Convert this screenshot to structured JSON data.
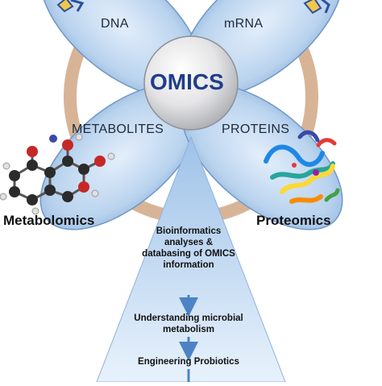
{
  "diagram": {
    "center_label": "OMICS",
    "petals": [
      {
        "id": "dna",
        "label": "DNA"
      },
      {
        "id": "mrna",
        "label": "mRNA"
      },
      {
        "id": "metabolites",
        "label": "METABOLITES"
      },
      {
        "id": "proteins",
        "label": "PROTEINS"
      }
    ],
    "side_labels": {
      "left": "Metabolomics",
      "right": "Proteomics"
    },
    "pyramid_steps": [
      "Bioinformatics analyses & databasing of OMICS information",
      "Understanding microbial metabolism",
      "Engineering Probiotics"
    ],
    "colors": {
      "petal_fill": "#b9d3ee",
      "petal_edge": "#6f98c8",
      "ring": "#d8b497",
      "triangle_top": "#a9c9ea",
      "triangle_bottom": "#e6f1fb",
      "arrow": "#4d83c4",
      "center_title": "#1f3d8a"
    }
  }
}
